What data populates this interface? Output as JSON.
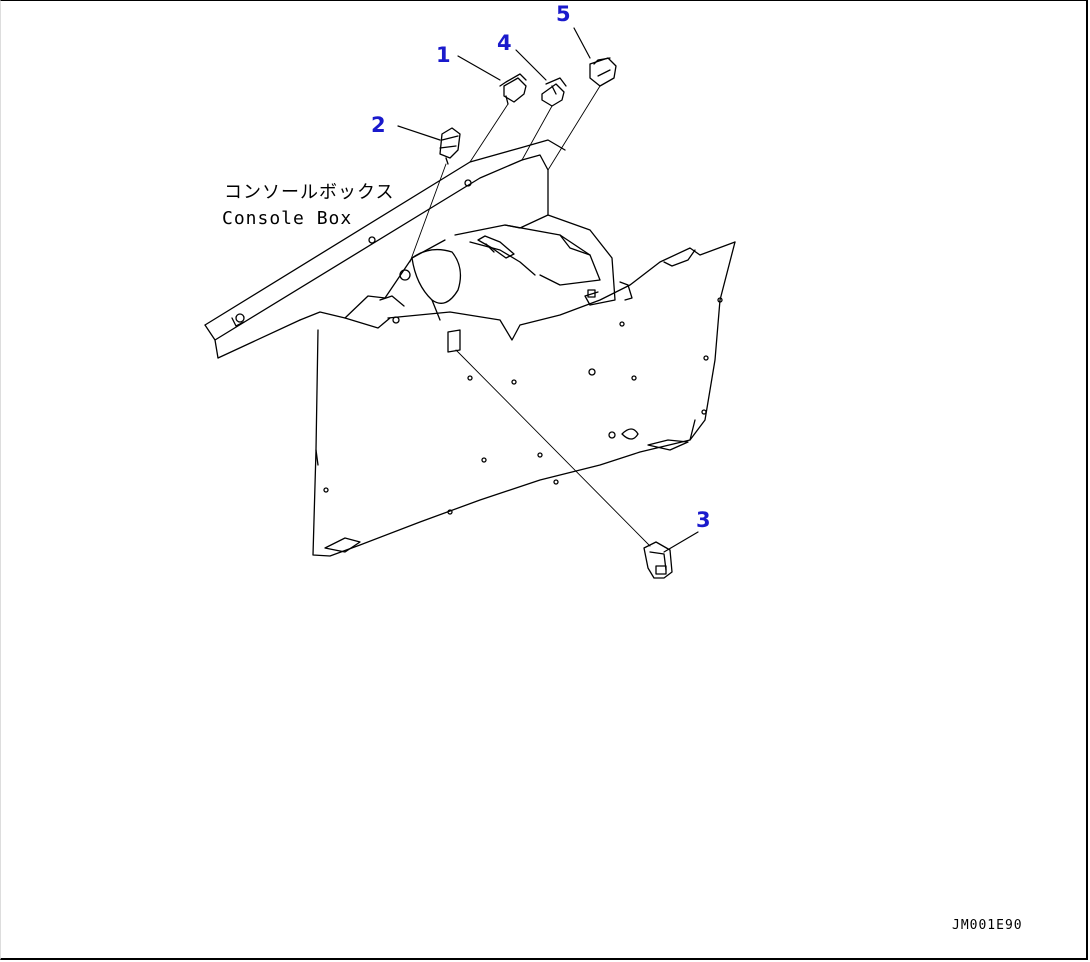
{
  "diagram": {
    "callouts": {
      "c1": "1",
      "c2": "2",
      "c3": "3",
      "c4": "4",
      "c5": "5"
    },
    "label": {
      "japanese": "コンソールボックス",
      "english": "Console Box"
    },
    "drawing_id": "JM001E90",
    "colors": {
      "callout": "#1a1acc",
      "line": "#000000",
      "background": "#ffffff"
    }
  }
}
